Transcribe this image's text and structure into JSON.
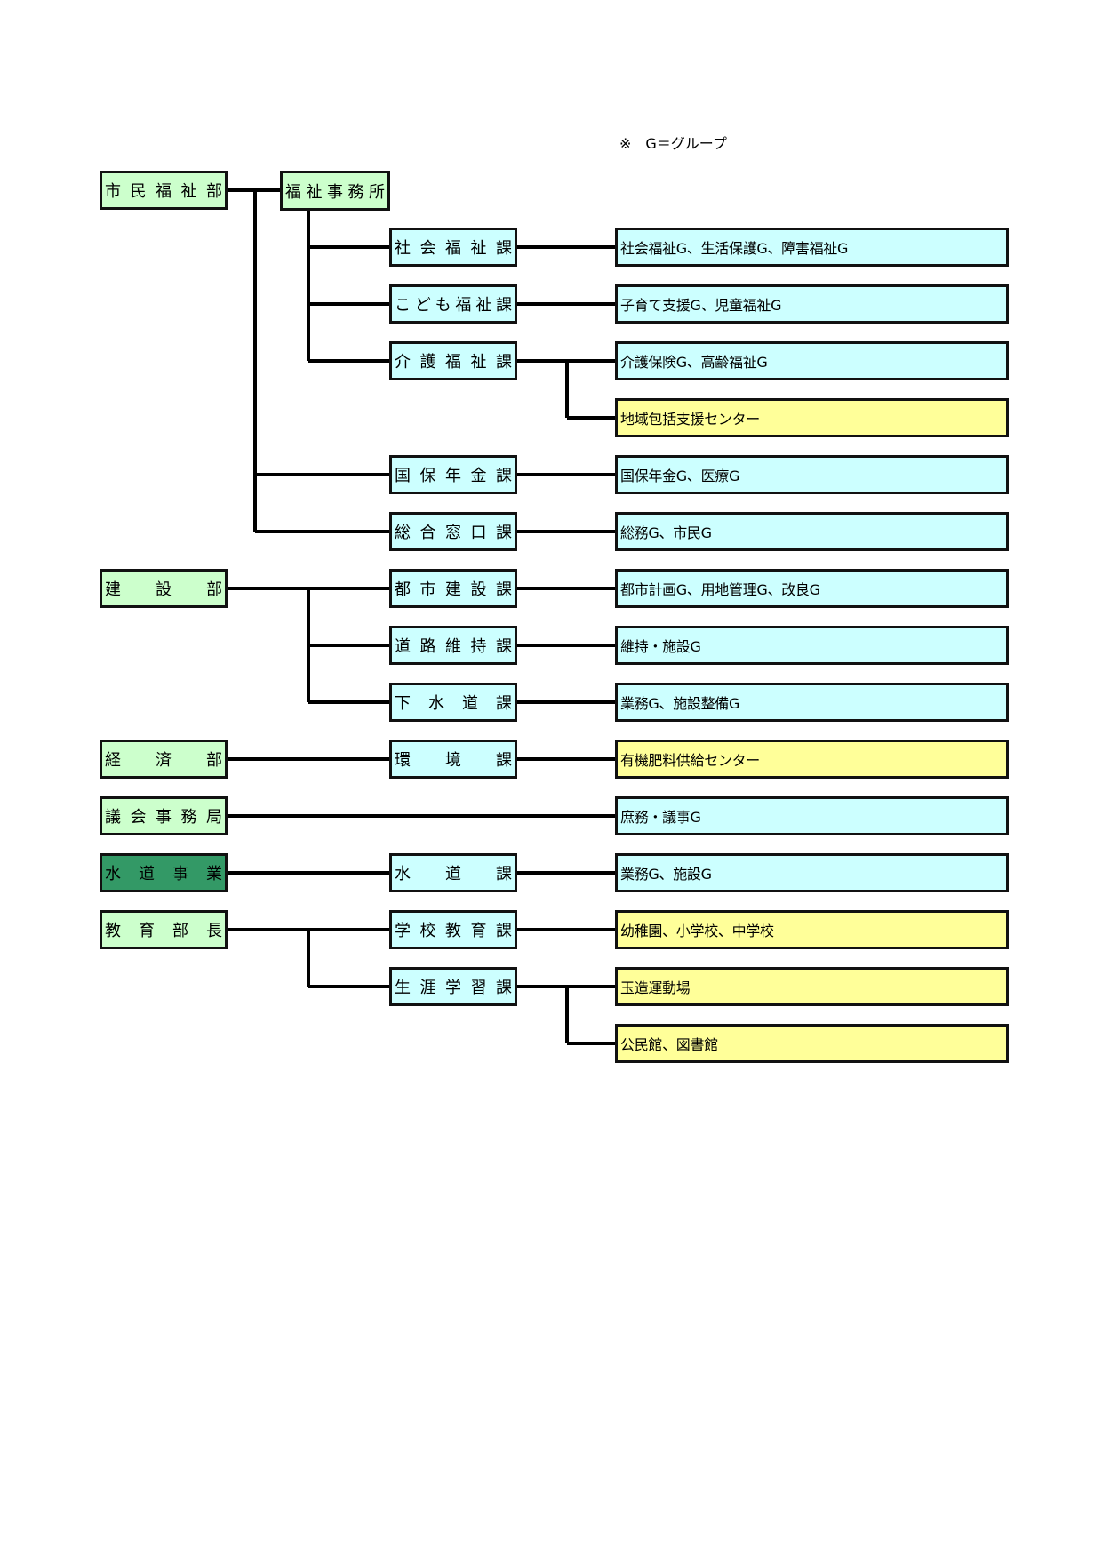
{
  "note": "※　G＝グループ",
  "departments": {
    "shimin_fukushi": "市民福祉部",
    "kensetsu": "建　　設　　部",
    "keizai": "経　　済　　部",
    "gikai": "議会事務局",
    "suido": "水　道　事　業",
    "kyoiku": "教　育　部　長"
  },
  "office": "福祉事務所",
  "sections": {
    "shakai_fukushi": "社会福祉課",
    "kodomo_fukushi": "こども福祉課",
    "kaigo_fukushi": "介護福祉課",
    "kokuho_nenkin": "国保年金課",
    "sogo_madoguchi": "総合窓口課",
    "toshi_kensetsu": "都市建設課",
    "doro_iji": "道路維持課",
    "gesuido": "下　水　道　課",
    "kankyo": "環　　境　　課",
    "suido": "水　　道　　課",
    "gakko_kyoiku": "学校教育課",
    "shogai_gakushu": "生涯学習課"
  },
  "groups": {
    "shakai_fukushi": "社会福祉G、生活保護G、障害福祉G",
    "kodomo_fukushi": "子育て支援G、児童福祉G",
    "kaigo_fukushi": "介護保険G、高齢福祉G",
    "chiiki_center": "地域包括支援センター",
    "kokuho_nenkin": "国保年金G、医療G",
    "sogo_madoguchi": "総務G、市民G",
    "toshi_kensetsu": "都市計画G、用地管理G、改良G",
    "doro_iji": "維持・施設G",
    "gesuido": "業務G、施設整備G",
    "yuki_center": "有機肥料供給センター",
    "gikai": "庶務・議事G",
    "suido": "業務G、施設G",
    "gakko": "幼稚園、小学校、中学校",
    "tamatsukuri": "玉造運動場",
    "kominkan": "公民館、図書館"
  },
  "colors": {
    "dept_fill": "#ccffcc",
    "suido_dept_fill": "#339966",
    "section_fill": "#ccffff",
    "facility_fill": "#ffff99",
    "line": "#000000"
  }
}
